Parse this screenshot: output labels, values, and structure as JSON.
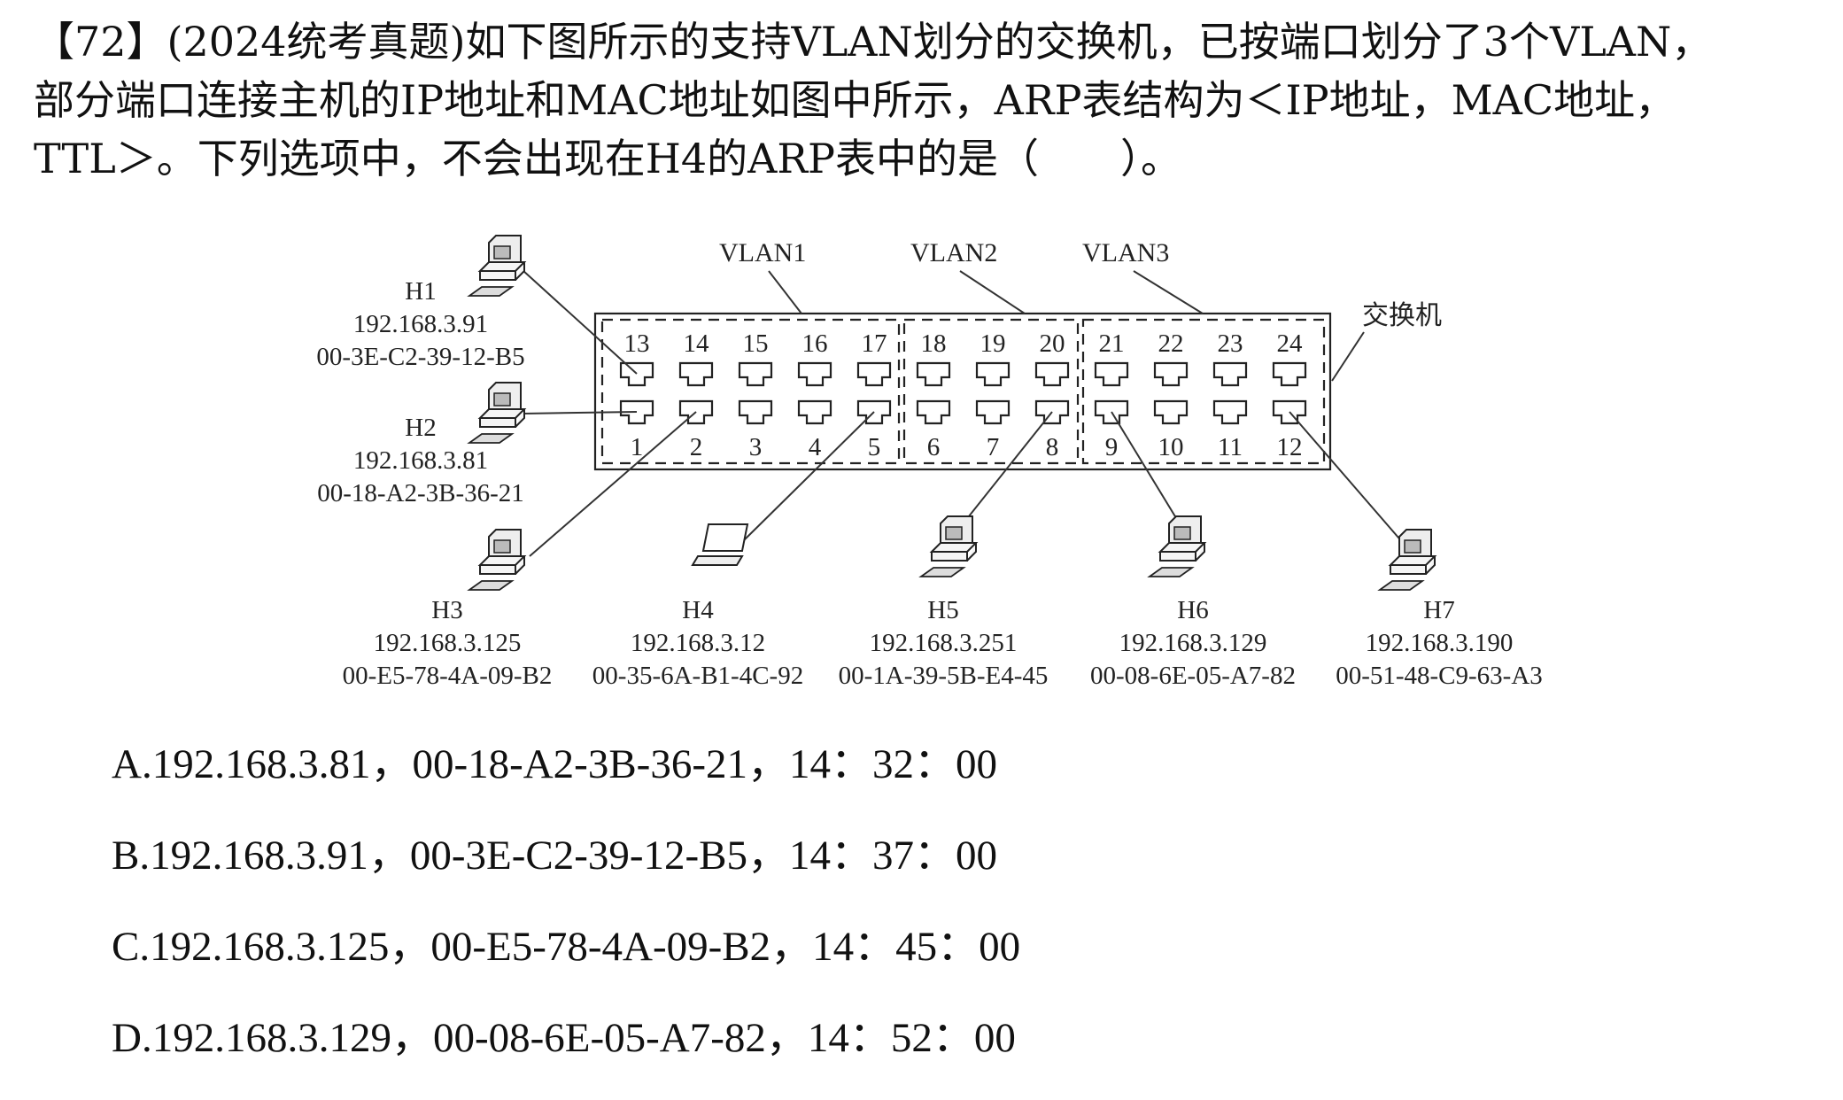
{
  "question": {
    "line1": "【72】(2024统考真题)如下图所示的支持VLAN划分的交换机，已按端口划分了3个VLAN，",
    "line2": "部分端口连接主机的IP地址和MAC地址如图中所示，ARP表结构为＜IP地址，MAC地址，",
    "line3": "TTL＞。下列选项中，不会出现在H4的ARP表中的是（　　）。"
  },
  "figure": {
    "vlan_labels": [
      "VLAN1",
      "VLAN2",
      "VLAN3"
    ],
    "switch_label": "交换机",
    "top_ports": [
      "13",
      "14",
      "15",
      "16",
      "17",
      "18",
      "19",
      "20",
      "21",
      "22",
      "23",
      "24"
    ],
    "bottom_ports": [
      "1",
      "2",
      "3",
      "4",
      "5",
      "6",
      "7",
      "8",
      "9",
      "10",
      "11",
      "12"
    ],
    "hosts": [
      {
        "name": "H1",
        "ip": "192.168.3.91",
        "mac": "00-3E-C2-39-12-B5",
        "port": "13",
        "icon": "desktop-computer-icon"
      },
      {
        "name": "H2",
        "ip": "192.168.3.81",
        "mac": "00-18-A2-3B-36-21",
        "port": "1",
        "icon": "desktop-computer-icon"
      },
      {
        "name": "H3",
        "ip": "192.168.3.125",
        "mac": "00-E5-78-4A-09-B2",
        "port": "2",
        "icon": "desktop-computer-icon"
      },
      {
        "name": "H4",
        "ip": "192.168.3.12",
        "mac": "00-35-6A-B1-4C-92",
        "port": "5",
        "icon": "laptop-icon"
      },
      {
        "name": "H5",
        "ip": "192.168.3.251",
        "mac": "00-1A-39-5B-E4-45",
        "port": "8",
        "icon": "desktop-computer-icon"
      },
      {
        "name": "H6",
        "ip": "192.168.3.129",
        "mac": "00-08-6E-05-A7-82",
        "port": "9",
        "icon": "desktop-computer-icon"
      },
      {
        "name": "H7",
        "ip": "192.168.3.190",
        "mac": "00-51-48-C9-63-A3",
        "port": "12",
        "icon": "desktop-computer-icon"
      }
    ]
  },
  "options": [
    "A.192.168.3.81，00-18-A2-3B-36-21，14：32：00",
    "B.192.168.3.91，00-3E-C2-39-12-B5，14：37：00",
    "C.192.168.3.125，00-E5-78-4A-09-B2，14：45：00",
    "D.192.168.3.129，00-08-6E-05-A7-82，14：52：00"
  ]
}
